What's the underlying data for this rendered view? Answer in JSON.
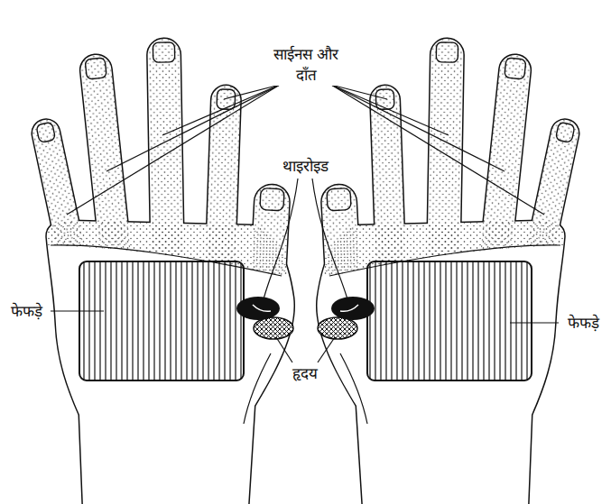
{
  "diagram": {
    "labels": [
      "साईनस और दाँत",
      "थाइरोइड",
      "फेफड़े",
      "हृदय",
      "फेफड़े"
    ]
  }
}
